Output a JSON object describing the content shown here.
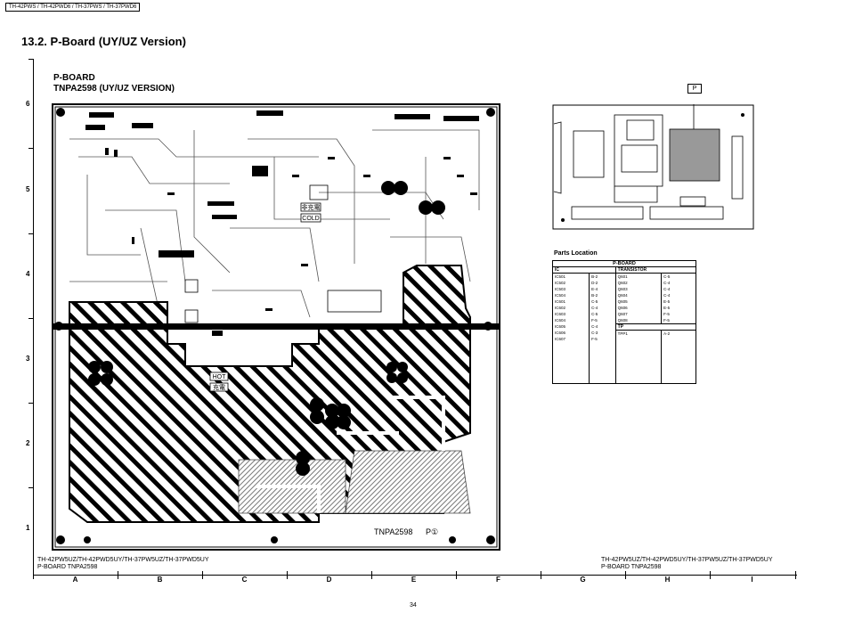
{
  "header": {
    "model_tag": "TH-42PWS / TH-42PWD6 / TH-37PWS / TH-37PWD6"
  },
  "section": {
    "title": "13.2.  P-Board (UY/UZ Version)"
  },
  "board": {
    "title_line1": "P-BOARD",
    "title_line2": "TNPA2598 (UY/UZ VERSION)",
    "pcb_marks": {
      "nonhot_jp": "非充電",
      "cold": "COLD",
      "hot": "HOT",
      "hot_jp": "充電",
      "part_no": "TNPA2598",
      "part_code": "P①"
    }
  },
  "rows": [
    "6",
    "5",
    "4",
    "3",
    "2",
    "1"
  ],
  "columns": [
    "A",
    "B",
    "C",
    "D",
    "E",
    "F",
    "G",
    "H",
    "I"
  ],
  "captions": {
    "left_line1": "TH-42PW5UZ/TH-42PWD5UY/TH-37PW5UZ/TH-37PWD5UY",
    "left_line2": "P-BOARD TNPA2598",
    "right_line1": "TH-42PW5UZ/TH-42PWD5UY/TH-37PW5UZ/TH-37PWD5UY",
    "right_line2": "P-BOARD TNPA2598"
  },
  "location_diagram": {
    "label": "P"
  },
  "parts_location": {
    "heading": "Parts Location",
    "table_title": "P-BOARD",
    "ic_header": "IC",
    "transistor_header": "TRANSISTOR",
    "tp_header": "TP",
    "ic_refs": [
      "IC501",
      "IC502",
      "IC503",
      "IC504",
      "IC601",
      "IC602",
      "IC603",
      "IC604",
      "IC605",
      "IC606",
      "IC607"
    ],
    "ic_locs": [
      "B-2",
      "D-2",
      "E-4",
      "B-2",
      "C-5",
      "C-4",
      "C-5",
      "F-5",
      "C-4",
      "C-3",
      "F-5"
    ],
    "tr_refs": [
      "Q601",
      "Q602",
      "Q603",
      "Q604",
      "Q605",
      "Q606",
      "Q607",
      "Q608"
    ],
    "tr_locs": [
      "C-5",
      "C-4",
      "C-4",
      "C-4",
      "E-5",
      "E-5",
      "F-5",
      "F-5"
    ],
    "tp_refs": [
      "TPP1"
    ],
    "tp_locs": [
      "A-2"
    ]
  },
  "footer": {
    "page_number": "34"
  }
}
